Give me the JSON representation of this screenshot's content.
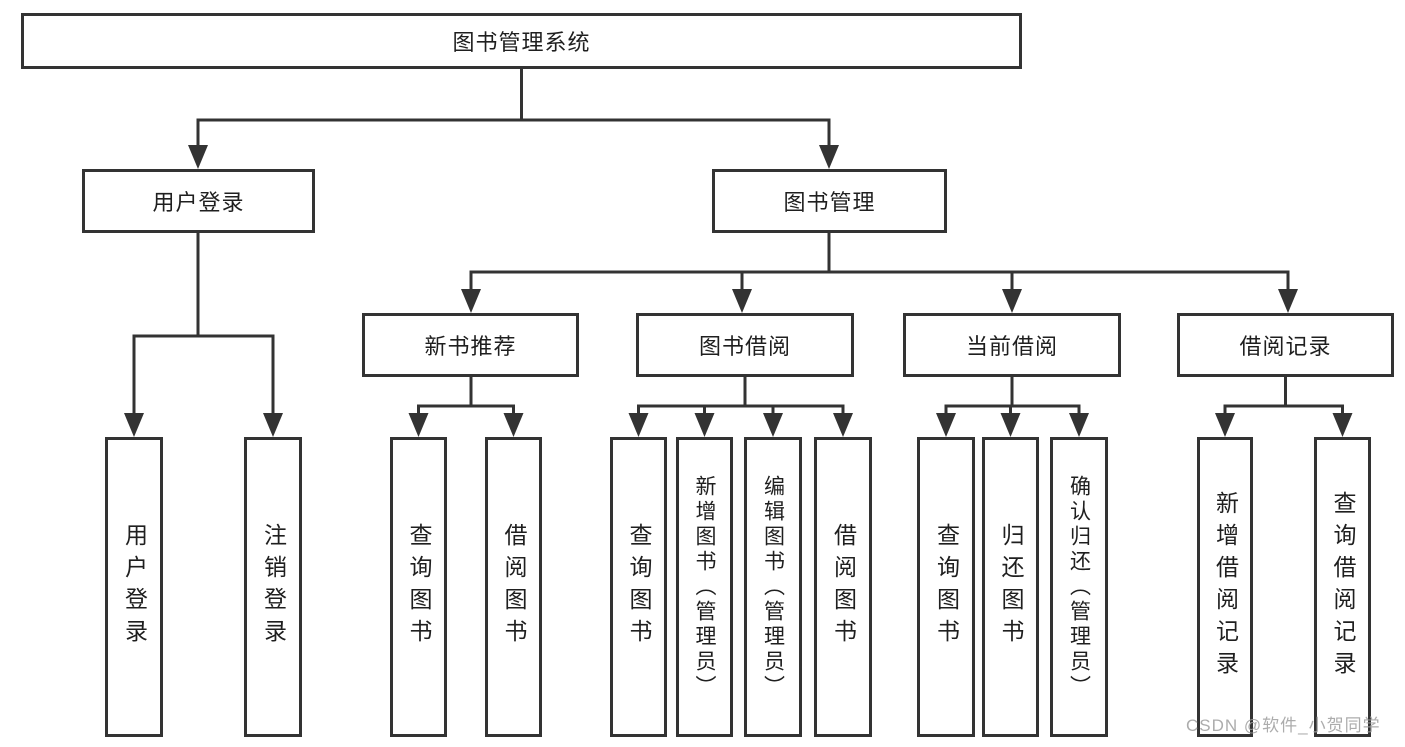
{
  "root": {
    "label": "图书管理系统"
  },
  "level2": [
    {
      "label": "用户登录"
    },
    {
      "label": "图书管理"
    }
  ],
  "level3": [
    {
      "label": "新书推荐"
    },
    {
      "label": "图书借阅"
    },
    {
      "label": "当前借阅"
    },
    {
      "label": "借阅记录"
    }
  ],
  "leaves": {
    "user_login": [
      "用户登录",
      "注销登录"
    ],
    "new_book": [
      "查询图书",
      "借阅图书"
    ],
    "book_borrow": [
      "查询图书",
      "新增图书（管理员）",
      "编辑图书（管理员）",
      "借阅图书"
    ],
    "current_borrow": [
      "查询图书",
      "归还图书",
      "确认归还（管理员）"
    ],
    "borrow_record": [
      "新增借阅记录",
      "查询借阅记录"
    ]
  },
  "watermark": "CSDN @软件_小贺同学",
  "colors": {
    "line": "#333333",
    "box_border": "#333333",
    "box_background": "#ffffff",
    "text": "#1f1f1f",
    "watermark": "#9e9e9e",
    "page_background": "#ffffff"
  }
}
